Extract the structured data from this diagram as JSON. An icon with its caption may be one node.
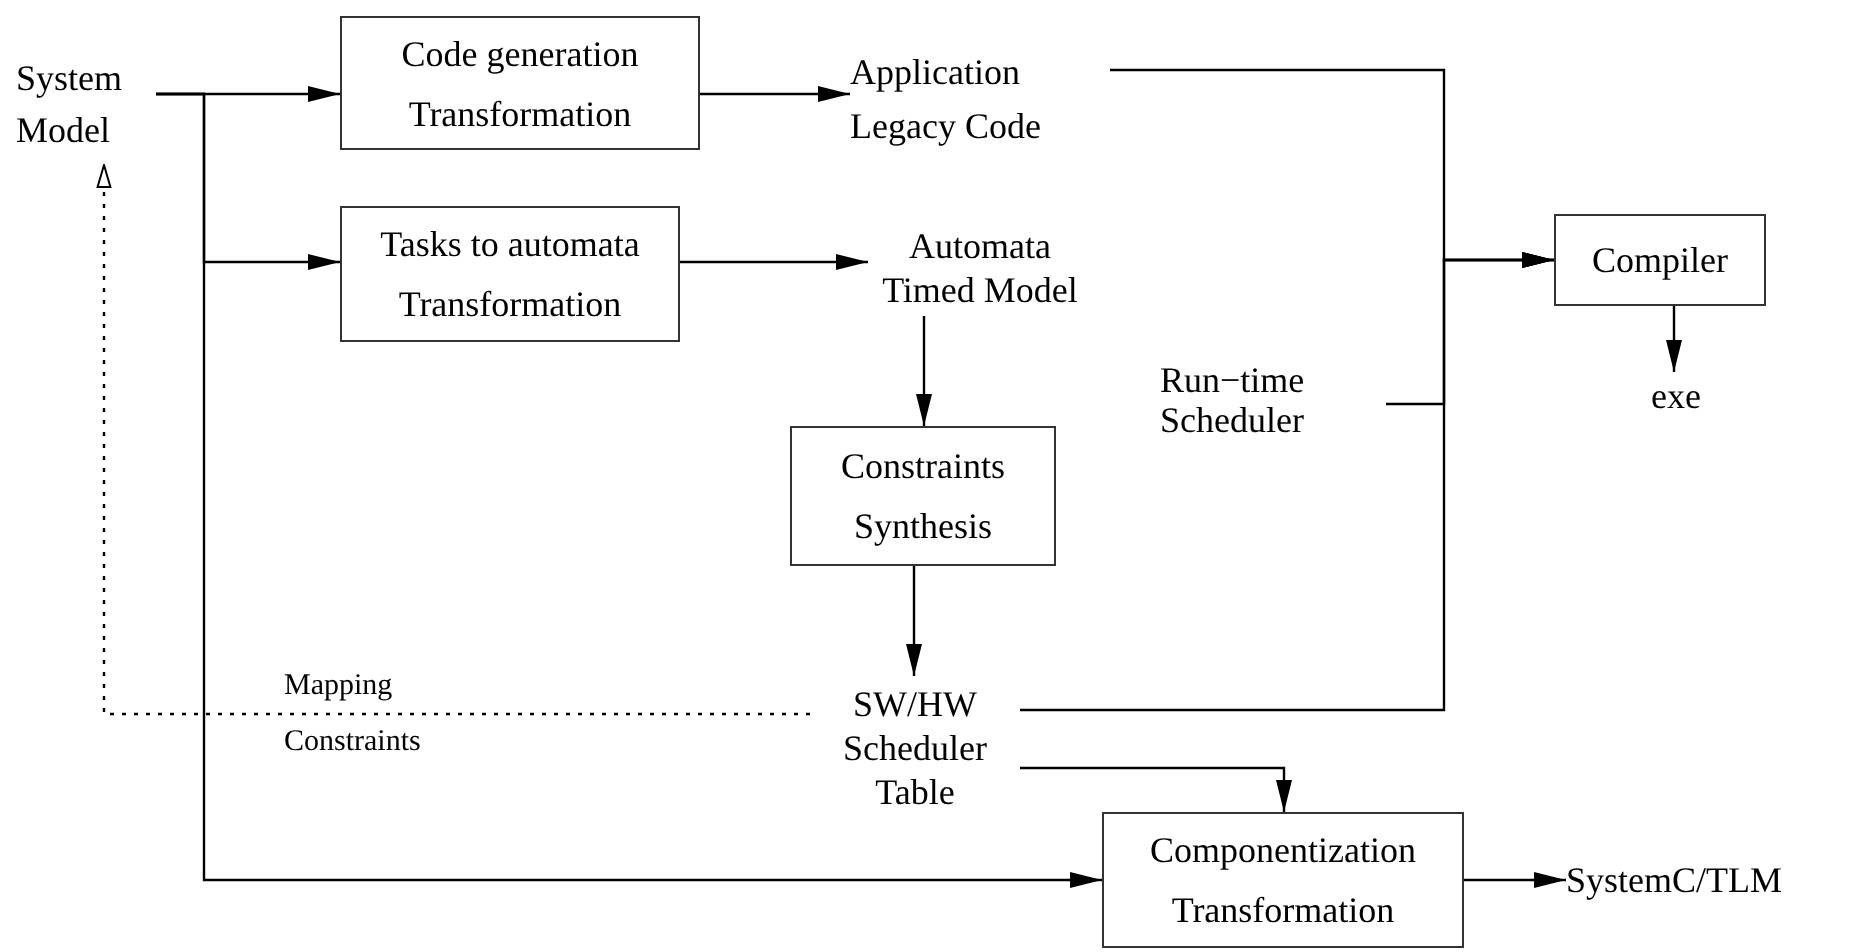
{
  "diagram": {
    "nodes": [
      {
        "text": [
          "System Model"
        ]
      },
      {
        "text": [
          "Code generation Transformation"
        ]
      },
      {
        "text": [
          "Application Legacy Code"
        ]
      },
      {
        "text": [
          "Tasks to automata Transformation"
        ]
      },
      {
        "text": [
          "Automata Timed Model"
        ]
      },
      {
        "text": [
          "Constraints Synthesis"
        ]
      },
      {
        "text": [
          "Run−time Scheduler"
        ]
      },
      {
        "text": [
          "Compiler"
        ]
      },
      {
        "text": [
          "exe"
        ]
      },
      {
        "text": [
          "SW/HW Scheduler Table"
        ]
      },
      {
        "text": [
          "Componentization Transformation"
        ]
      },
      {
        "text": [
          "SystemC/TLM"
        ]
      }
    ],
    "edges": [
      {
        "from": 0,
        "to": 1,
        "arrow": "to"
      },
      {
        "from": 0,
        "to": 3,
        "arrow": "to"
      },
      {
        "from": 0,
        "to": 10,
        "arrow": "to"
      },
      {
        "from": 1,
        "to": 2,
        "arrow": "to"
      },
      {
        "from": 3,
        "to": 4,
        "arrow": "to"
      },
      {
        "from": 4,
        "to": 5,
        "arrow": "to"
      },
      {
        "from": 5,
        "to": 9,
        "arrow": "to"
      },
      {
        "from": 9,
        "to": 0,
        "arrow": "to",
        "label": "Mapping Constraints",
        "style": "dashed"
      },
      {
        "from": 2,
        "to": 7,
        "arrow": "to"
      },
      {
        "from": 6,
        "to": 7,
        "arrow": "to"
      },
      {
        "from": 9,
        "to": 7,
        "arrow": "to"
      },
      {
        "from": 7,
        "to": 8,
        "arrow": "to"
      },
      {
        "from": 9,
        "to": 10,
        "arrow": "to"
      },
      {
        "from": 10,
        "to": 11,
        "arrow": "to"
      }
    ]
  }
}
